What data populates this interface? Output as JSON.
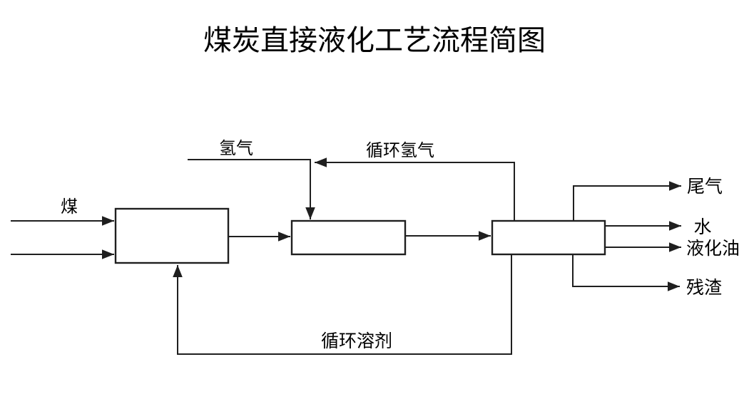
{
  "title": "煤炭直接液化工艺流程简图",
  "labels": {
    "coal": "煤",
    "hydrogen": "氢气",
    "recycle_hydrogen": "循环氢气",
    "tail_gas": "尾气",
    "water": "水",
    "liquefied_oil": "液化油",
    "residue": "残渣",
    "recycle_solvent": "循环溶剂"
  },
  "colors": {
    "background": "#ffffff",
    "line": "#1f1f1f",
    "box_fill": "#ffffff",
    "text": "#000000"
  },
  "structure": {
    "boxes": [
      "process-box-1",
      "process-box-2",
      "process-box-3"
    ],
    "flows": [
      {
        "stream": "coal",
        "into": "process-box-1",
        "inputs": 2
      },
      {
        "stream": "hydrogen",
        "into": "process-box-2"
      },
      {
        "stream": "recycle_hydrogen",
        "from": "process-box-3",
        "into": "process-box-2"
      },
      {
        "stream": "slurry",
        "from": "process-box-1",
        "into": "process-box-2"
      },
      {
        "stream": "product",
        "from": "process-box-2",
        "into": "process-box-3"
      },
      {
        "stream": "tail_gas",
        "from": "process-box-3"
      },
      {
        "stream": "water",
        "from": "process-box-3"
      },
      {
        "stream": "liquefied_oil",
        "from": "process-box-3"
      },
      {
        "stream": "residue",
        "from": "process-box-3"
      },
      {
        "stream": "recycle_solvent",
        "from": "process-box-3",
        "into": "process-box-1"
      }
    ]
  }
}
